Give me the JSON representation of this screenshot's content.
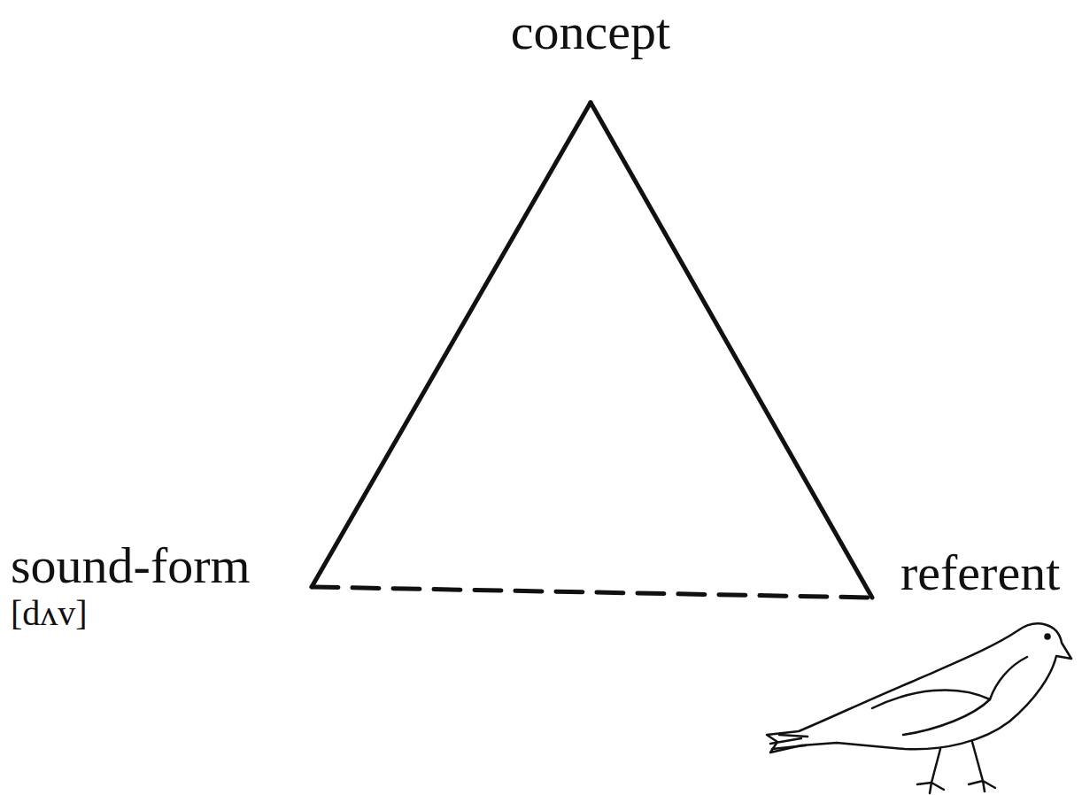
{
  "diagram": {
    "nodes": [
      {
        "text": [
          "concept"
        ]
      },
      {
        "text": [
          "sound-form",
          "[dʌv]"
        ]
      },
      {
        "text": [
          "referent"
        ]
      }
    ],
    "edges": [
      {
        "from": 0,
        "to": 1,
        "arrow": "none"
      },
      {
        "from": 0,
        "to": 2,
        "arrow": "none"
      },
      {
        "from": 1,
        "to": 2,
        "arrow": "none"
      }
    ]
  }
}
